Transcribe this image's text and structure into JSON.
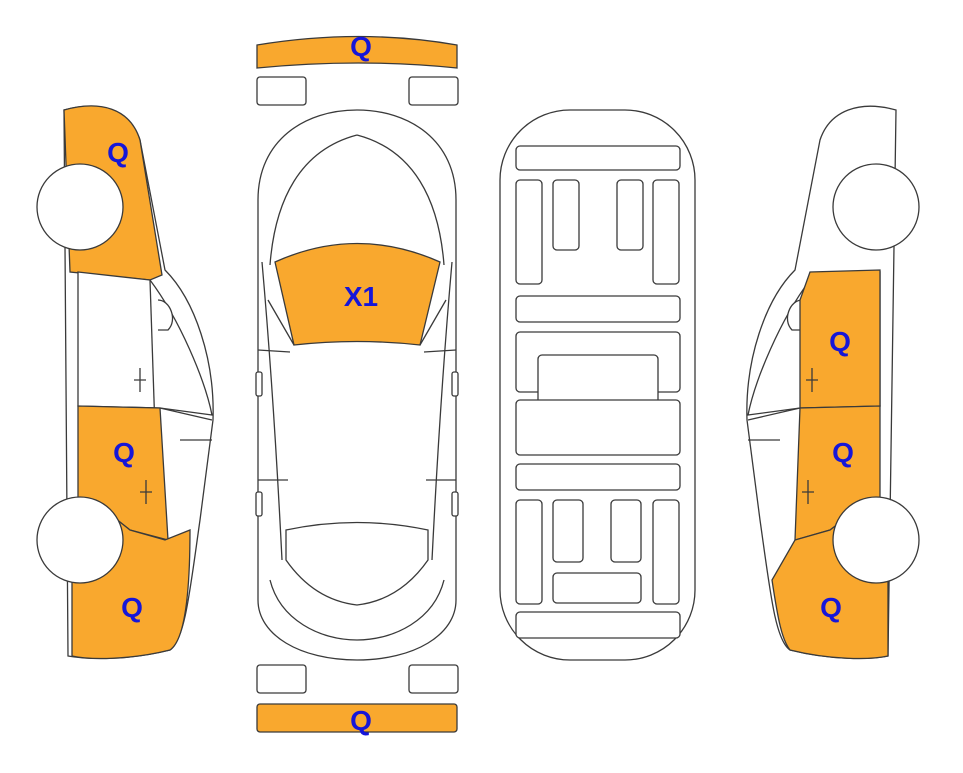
{
  "colors": {
    "damage_fill": "#F9A82E",
    "outline": "#3a3a3a",
    "label": "#1616D8",
    "body": "#ffffff"
  },
  "labels": {
    "front_bumper": "Q",
    "rear_bumper": "Q",
    "windshield": "X1",
    "left_front_fender": "Q",
    "left_rear_door": "Q",
    "left_rear_quarter": "Q",
    "right_front_door": "Q",
    "right_rear_door": "Q",
    "right_rear_quarter": "Q"
  }
}
